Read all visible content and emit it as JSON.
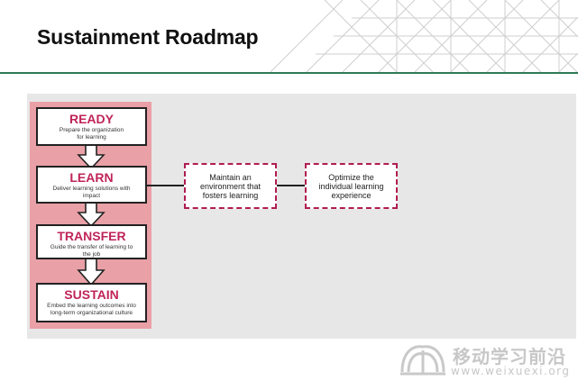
{
  "slide": {
    "title": "Sustainment Roadmap"
  },
  "stages": [
    {
      "title": "READY",
      "description": "Prepare the organization for learning"
    },
    {
      "title": "LEARN",
      "description": "Deliver learning solutions with impact"
    },
    {
      "title": "TRANSFER",
      "description": "Guide the transfer of learning to the job"
    },
    {
      "title": "SUSTAIN",
      "description": "Embed the learning outcomes into long-term organizational culture"
    }
  ],
  "goals": [
    {
      "text": "Maintain an environment that fosters learning"
    },
    {
      "text": "Optimize the individual learning experience"
    }
  ],
  "watermark": {
    "cn": "移动学习前沿",
    "url": "www.weixuexi.org"
  },
  "colors": {
    "accent_rule": "#2f7a55",
    "stage_title": "#c0245a",
    "column_bg": "#e9a0a6",
    "goal_border": "#b01c52",
    "panel_bg": "#e7e7e7"
  },
  "icons": {
    "flow_arrow": "down-arrow-icon",
    "watermark_logo": "open-book-icon"
  }
}
